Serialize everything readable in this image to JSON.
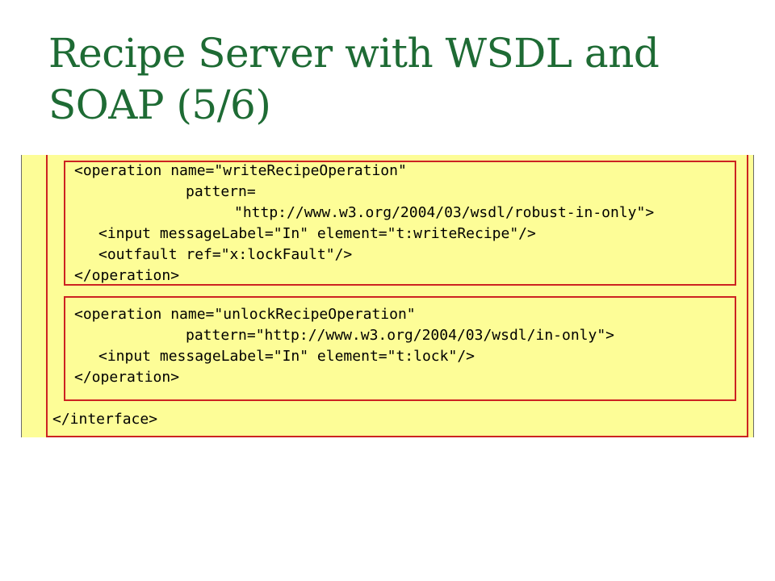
{
  "slide": {
    "title": "Recipe Server with WSDL and SOAP (5/6)"
  },
  "code": {
    "op1": {
      "open": "<operation name=\"writeRecipeOperation\"",
      "pattern_attr": "pattern=",
      "pattern_value": "\"http://www.w3.org/2004/03/wsdl/robust-in-only\">",
      "input": "<input messageLabel=\"In\" element=\"t:writeRecipe\"/>",
      "outfault": "<outfault ref=\"x:lockFault\"/>",
      "close": "</operation>"
    },
    "op2": {
      "open": "<operation name=\"unlockRecipeOperation\"",
      "pattern": "pattern=\"http://www.w3.org/2004/03/wsdl/in-only\">",
      "input": "<input messageLabel=\"In\" element=\"t:lock\"/>",
      "close": "</operation>"
    },
    "interface_close": "</interface>"
  }
}
